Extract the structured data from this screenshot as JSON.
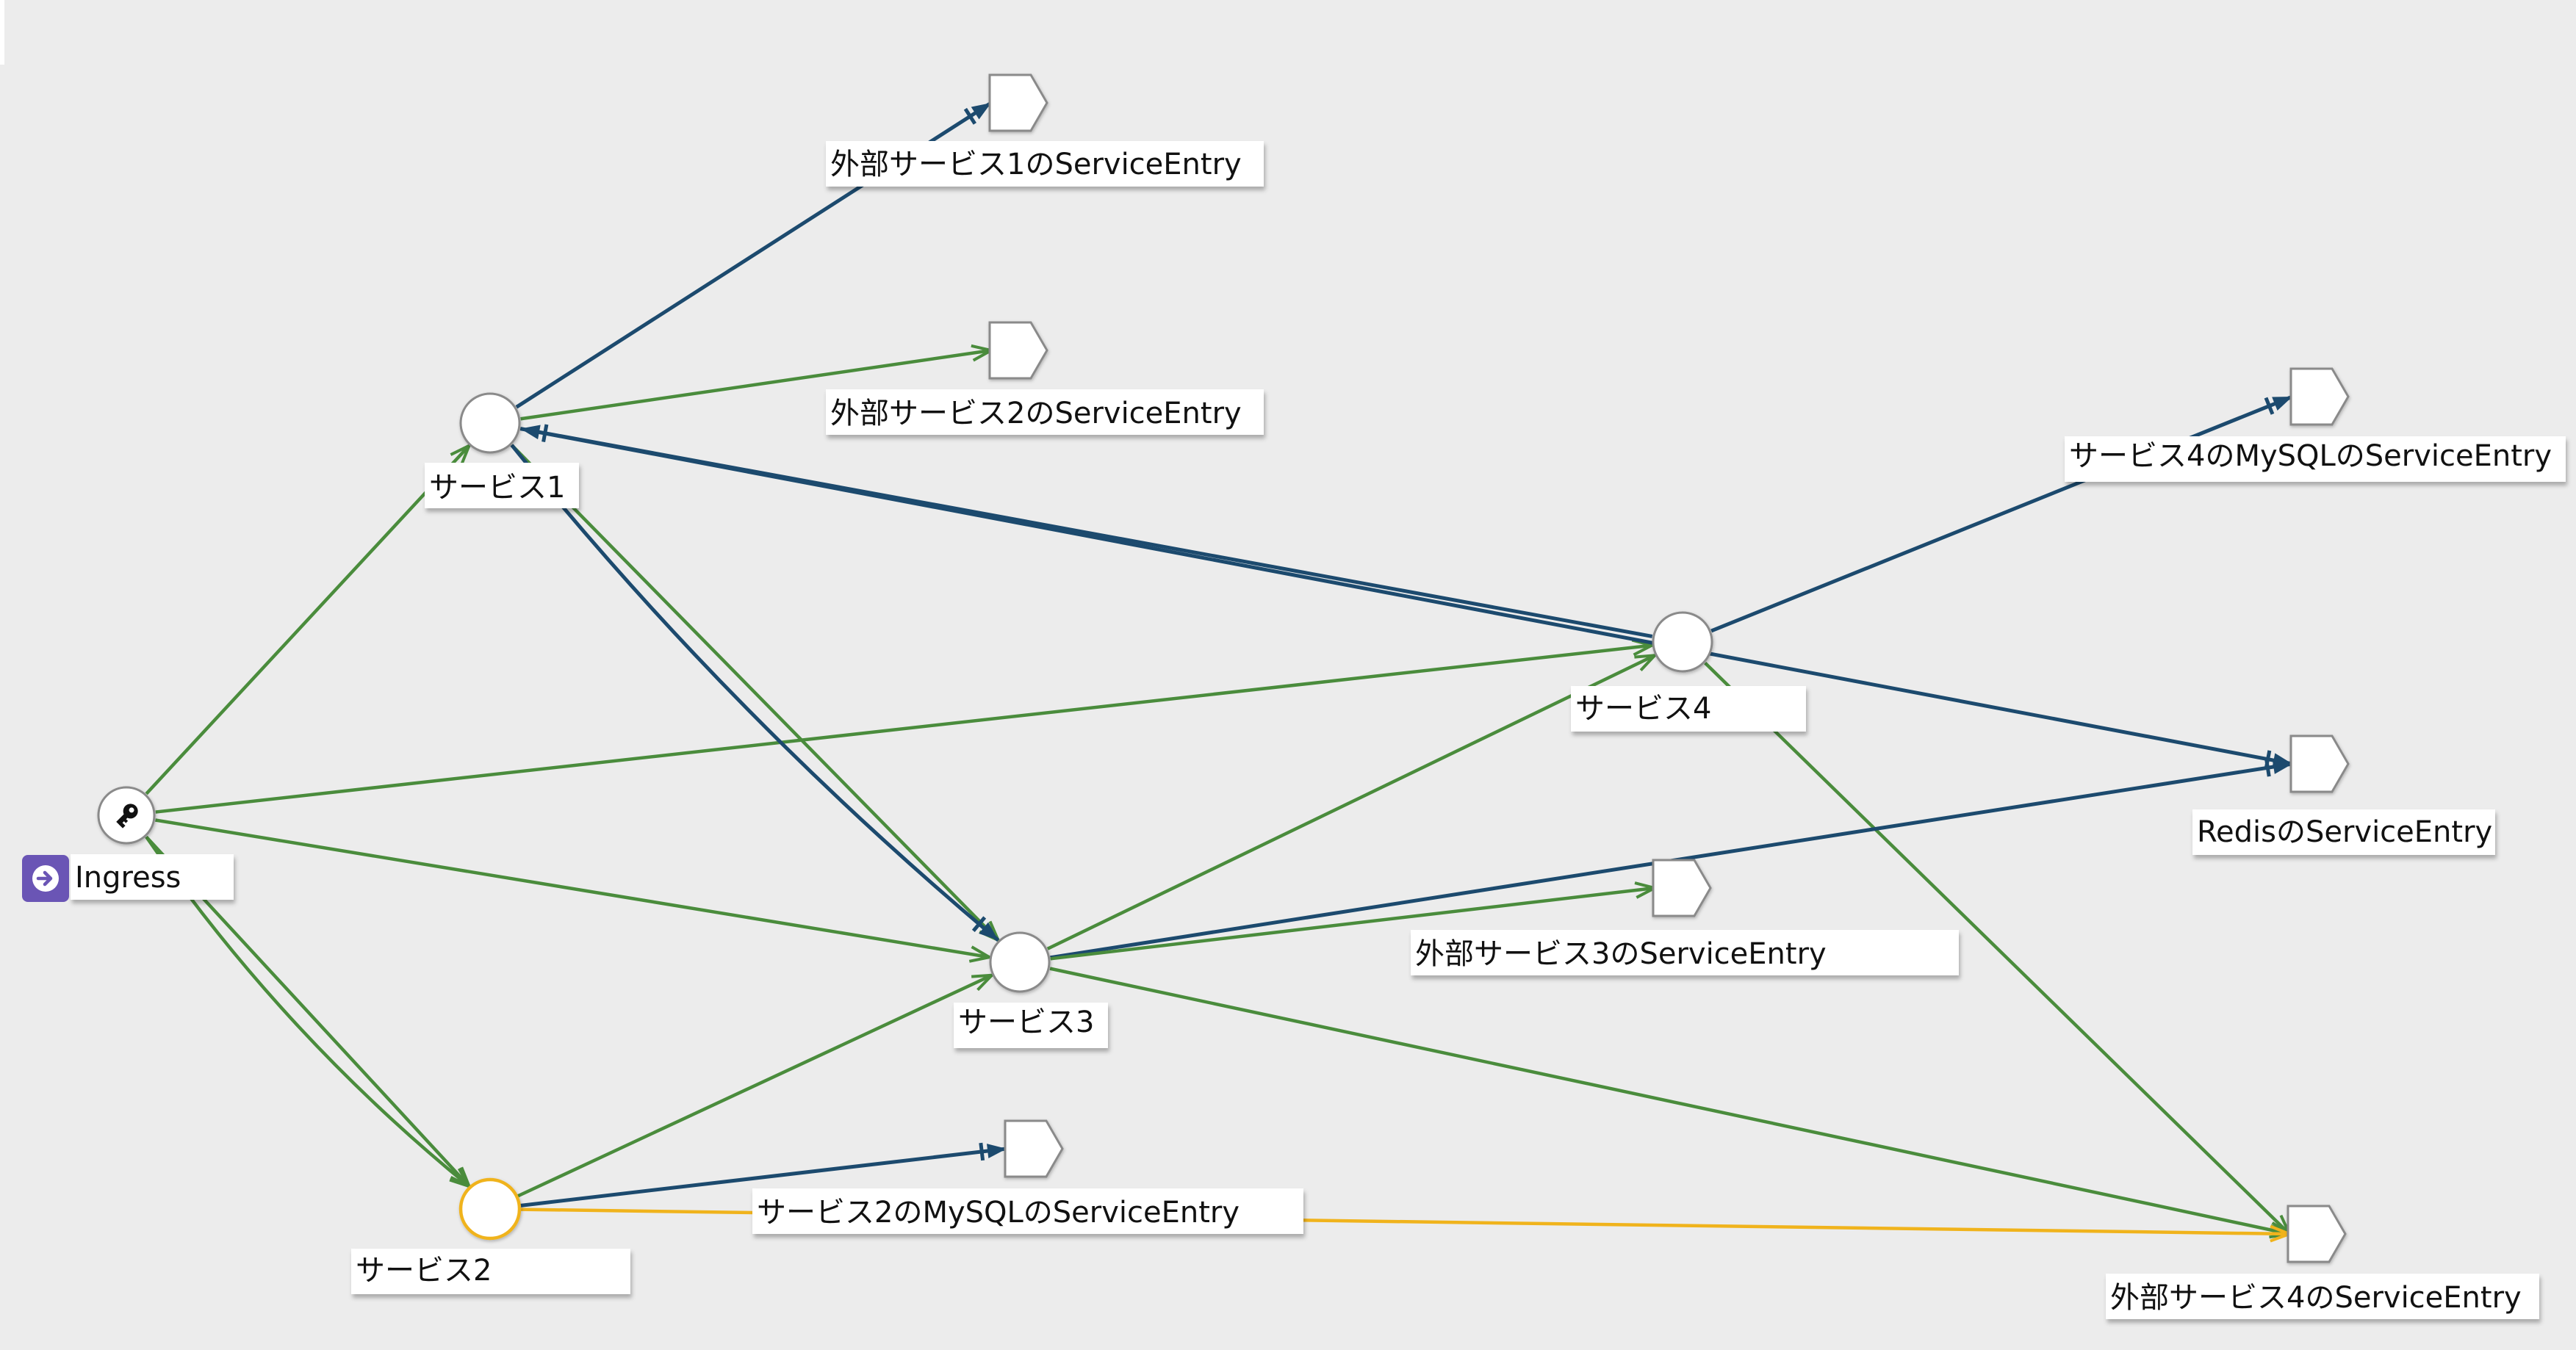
{
  "colors": {
    "background": "#ececec",
    "green": "#4a8c3c",
    "navy": "#1c4a6e",
    "yellow": "#f0b31c",
    "ingress_badge": "#6a55b5"
  },
  "nodes": [
    {
      "id": "ingress",
      "type": "ingress",
      "label": "Ingress",
      "icon": "key-icon",
      "badge_icon": "arrow-right-circle-icon"
    },
    {
      "id": "s1",
      "type": "service",
      "label": "サービス1"
    },
    {
      "id": "s2",
      "type": "service",
      "label": "サービス2",
      "status": "warning"
    },
    {
      "id": "s3",
      "type": "service",
      "label": "サービス3"
    },
    {
      "id": "s4",
      "type": "service",
      "label": "サービス4"
    },
    {
      "id": "ext1",
      "type": "service-entry",
      "label": "外部サービス1のServiceEntry"
    },
    {
      "id": "ext2",
      "type": "service-entry",
      "label": "外部サービス2のServiceEntry"
    },
    {
      "id": "ext3",
      "type": "service-entry",
      "label": "外部サービス3のServiceEntry"
    },
    {
      "id": "ext4",
      "type": "service-entry",
      "label": "外部サービス4のServiceEntry"
    },
    {
      "id": "s2mysql",
      "type": "service-entry",
      "label": "サービス2のMySQLのServiceEntry"
    },
    {
      "id": "s4mysql",
      "type": "service-entry",
      "label": "サービス4のMySQLのServiceEntry"
    },
    {
      "id": "redis",
      "type": "service-entry",
      "label": "RedisのServiceEntry"
    }
  ],
  "edges": [
    {
      "from": "s1",
      "to": "ext1",
      "color": "navy",
      "protocol": "tcp"
    },
    {
      "from": "s1",
      "to": "ext2",
      "color": "green",
      "protocol": "http"
    },
    {
      "from": "ingress",
      "to": "s1",
      "color": "green",
      "protocol": "http"
    },
    {
      "from": "ingress",
      "to": "s4",
      "color": "green",
      "protocol": "http"
    },
    {
      "from": "ingress",
      "to": "s3",
      "color": "green",
      "protocol": "http"
    },
    {
      "from": "ingress",
      "to": "s2",
      "color": "green",
      "protocol": "http"
    },
    {
      "from": "ingress",
      "to": "s2",
      "color": "green",
      "protocol": "http"
    },
    {
      "from": "s1",
      "to": "s3",
      "color": "green",
      "protocol": "http"
    },
    {
      "from": "s1",
      "to": "s3",
      "color": "navy",
      "protocol": "tcp"
    },
    {
      "from": "s4",
      "to": "s1",
      "color": "navy",
      "protocol": "tcp"
    },
    {
      "from": "s1",
      "to": "redis",
      "color": "navy",
      "protocol": "tcp"
    },
    {
      "from": "s4",
      "to": "s4mysql",
      "color": "navy",
      "protocol": "tcp"
    },
    {
      "from": "s4",
      "to": "ext4",
      "color": "green",
      "protocol": "http"
    },
    {
      "from": "s3",
      "to": "s4",
      "color": "green",
      "protocol": "http"
    },
    {
      "from": "s3",
      "to": "redis",
      "color": "navy",
      "protocol": "tcp"
    },
    {
      "from": "s3",
      "to": "ext3",
      "color": "green",
      "protocol": "http"
    },
    {
      "from": "s3",
      "to": "ext4",
      "color": "green",
      "protocol": "http"
    },
    {
      "from": "s2",
      "to": "s3",
      "color": "green",
      "protocol": "http"
    },
    {
      "from": "s2",
      "to": "s2mysql",
      "color": "navy",
      "protocol": "tcp"
    },
    {
      "from": "s2",
      "to": "ext4",
      "color": "yellow",
      "protocol": "http"
    }
  ]
}
